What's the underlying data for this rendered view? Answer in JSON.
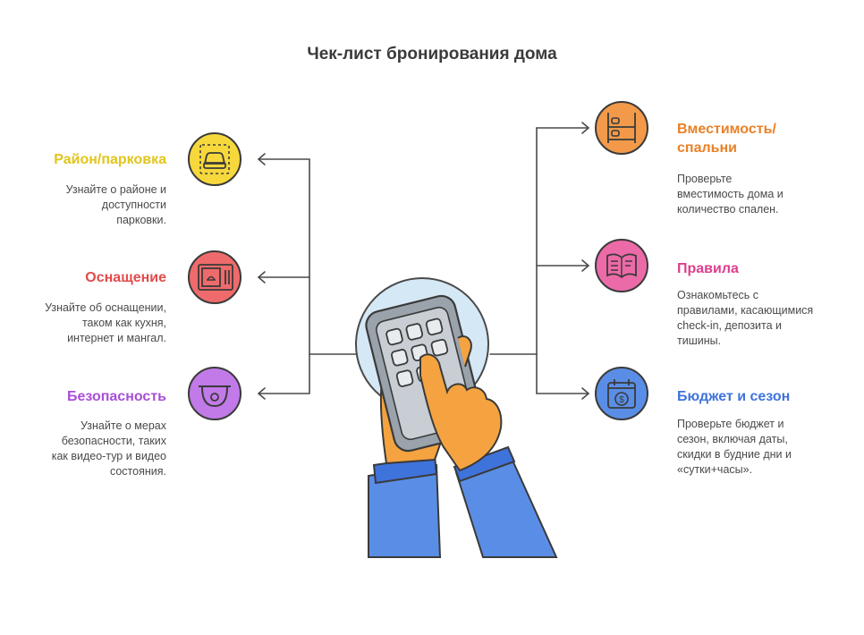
{
  "title": "Чек-лист бронирования дома",
  "colors": {
    "yellow": "#e2c51b",
    "red": "#e24b4b",
    "purple": "#a84fd6",
    "orange": "#ea8128",
    "pink": "#dc3f8d",
    "blue": "#3f73dc"
  },
  "left_items": [
    {
      "icon": "car-parking-icon",
      "heading": "Район/парковка",
      "desc": "Узнайте о районе и\nдоступности\nпарковки."
    },
    {
      "icon": "kitchen-oven-icon",
      "heading": "Оснащение",
      "desc": "Узнайте об оснащении,\nтаком как кухня,\nинтернет и мангал."
    },
    {
      "icon": "security-camera-icon",
      "heading": "Безопасность",
      "desc": "Узнайте о мерах\nбезопасности, таких\nкак видео-тур и видео\nсостояния."
    }
  ],
  "right_items": [
    {
      "icon": "bunk-bed-icon",
      "heading": "Вместимость/\nспальни",
      "desc": "Проверьте\nвместимость дома и\nколичество спален."
    },
    {
      "icon": "rule-book-icon",
      "heading": "Правила",
      "desc": "Ознакомьтесь с\nправилами, касающимися\ncheck-in, депозита и\nтишины."
    },
    {
      "icon": "calendar-budget-icon",
      "heading": "Бюджет и сезон",
      "desc": "Проверьте бюджет и\nсезон, включая даты,\nскидки в будние дни и\n«сутки+часы»."
    }
  ]
}
